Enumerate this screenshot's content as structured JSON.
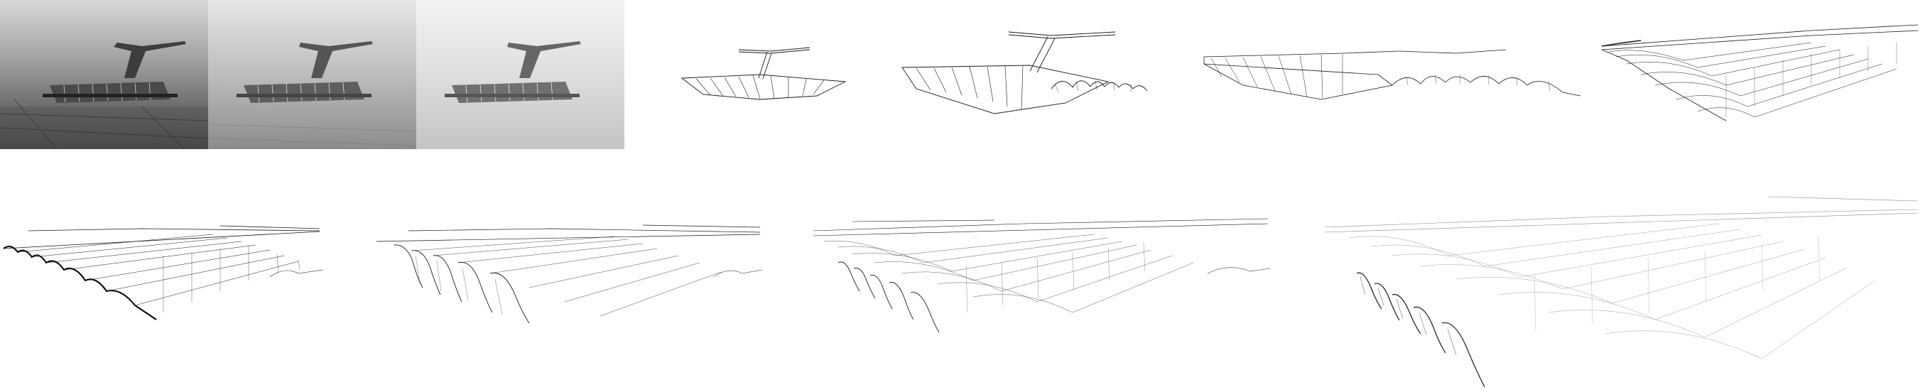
{
  "figure": {
    "panels": [
      {
        "id": "p1",
        "kind": "photo",
        "tone": "#6e6e6e"
      },
      {
        "id": "p2",
        "kind": "photo",
        "tone": "#9a9a9a"
      },
      {
        "id": "p3",
        "kind": "photo",
        "tone": "#c9c9c9"
      },
      {
        "id": "p4",
        "kind": "line-drawing"
      },
      {
        "id": "p5",
        "kind": "line-drawing"
      },
      {
        "id": "p6",
        "kind": "line-drawing"
      },
      {
        "id": "p7",
        "kind": "line-drawing"
      },
      {
        "id": "p8",
        "kind": "line-drawing"
      },
      {
        "id": "p9",
        "kind": "line-drawing"
      },
      {
        "id": "p10",
        "kind": "line-drawing"
      },
      {
        "id": "p11",
        "kind": "line-drawing"
      }
    ],
    "colors": {
      "background": "#ffffff",
      "ink": "#1a1a1a",
      "light_ink": "#8a8a8a"
    }
  }
}
